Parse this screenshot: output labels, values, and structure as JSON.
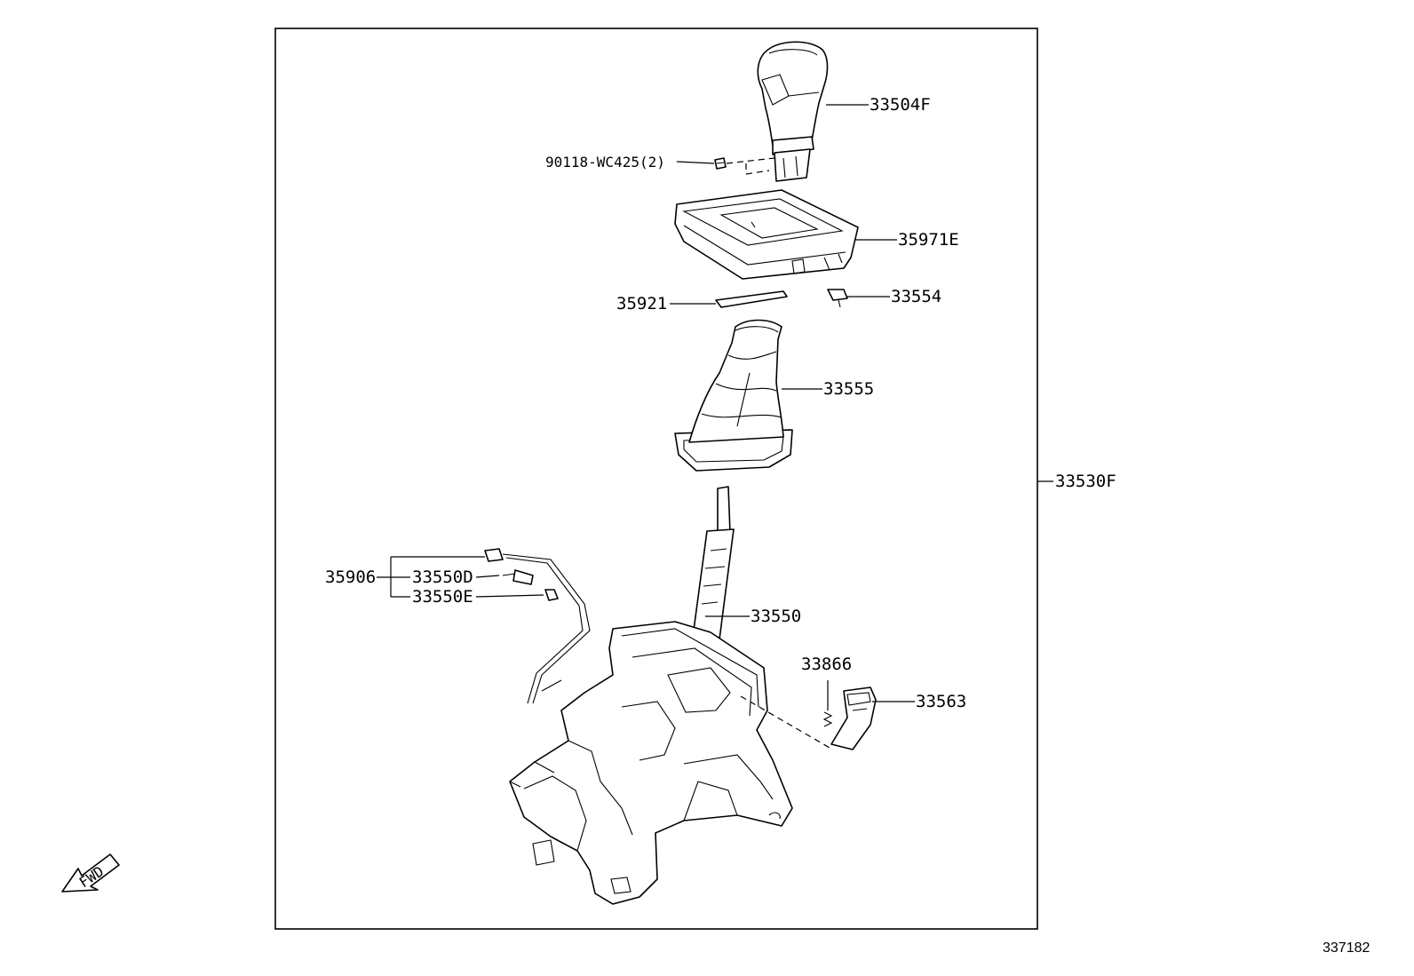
{
  "figure_number": "337182",
  "fwd_label": "FWD",
  "assembly_label": "33530F",
  "parts": {
    "knob": "33504F",
    "screw": "90118-WC425(2)",
    "bezel": "35971E",
    "plate": "35921",
    "clip": "33554",
    "boot": "33555",
    "lamp_assy": "35906",
    "bulb_d": "33550D",
    "bulb_e": "33550E",
    "shift_lever": "33550",
    "spring": "33866",
    "cover": "33563"
  }
}
